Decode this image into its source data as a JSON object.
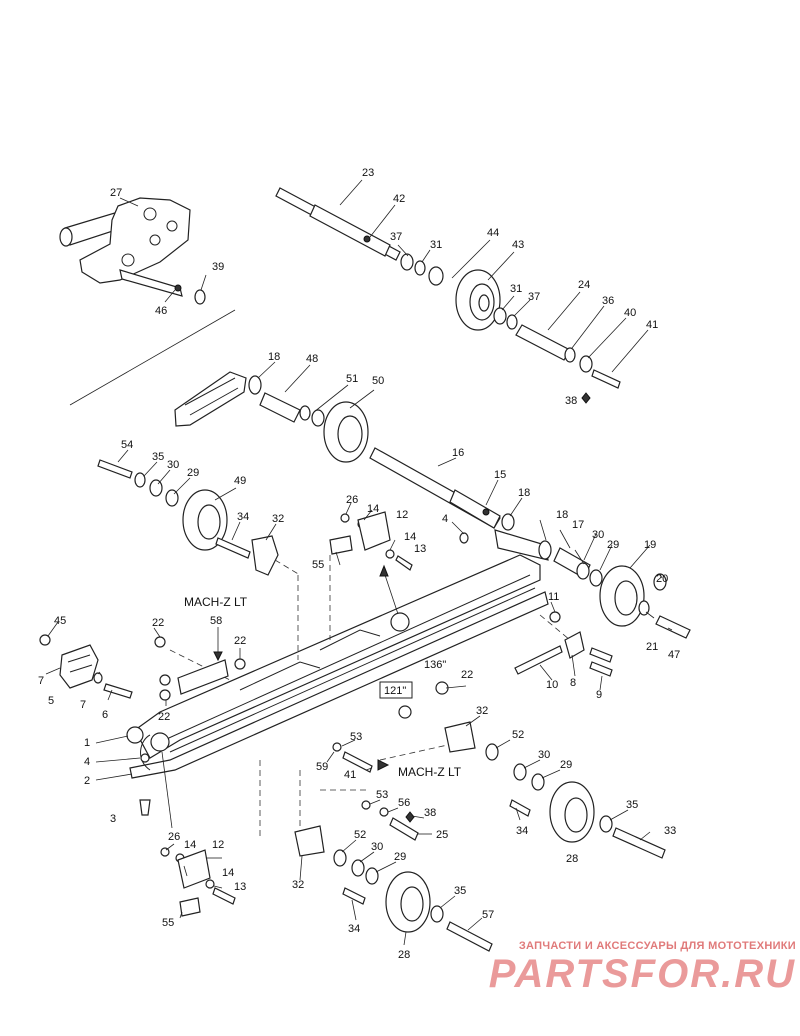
{
  "part_numbers": [
    "1",
    "2",
    "3",
    "4",
    "5",
    "6",
    "7",
    "8",
    "9",
    "10",
    "11",
    "12",
    "13",
    "14",
    "15",
    "16",
    "17",
    "18",
    "19",
    "20",
    "21",
    "22",
    "23",
    "24",
    "25",
    "26",
    "27",
    "28",
    "29",
    "30",
    "31",
    "32",
    "33",
    "34",
    "35",
    "36",
    "37",
    "38",
    "39",
    "40",
    "41",
    "42",
    "43",
    "44",
    "45",
    "46",
    "47",
    "48",
    "49",
    "50",
    "51",
    "52",
    "53",
    "54",
    "55",
    "56",
    "57",
    "58",
    "59"
  ],
  "callouts": {
    "mach_z_lt_top": "MACH-Z LT",
    "mach_z_lt_bottom": "MACH-Z LT",
    "length_136": "136\"",
    "length_121": "121\""
  },
  "watermark": {
    "tagline": "ЗАПЧАСТИ И АКСЕССУАРЫ ДЛЯ МОТОТЕХНИКИ",
    "logo": "PARTSFOR.RU",
    "color": "#e58a8a"
  }
}
